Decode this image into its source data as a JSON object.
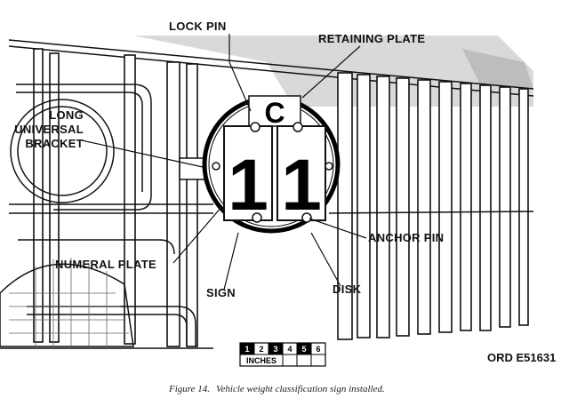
{
  "figure": {
    "callouts": {
      "lock_pin": "LOCK PIN",
      "retaining_plate": "RETAINING PLATE",
      "long_universal_bracket": [
        "LONG",
        "UNIVERSAL",
        "BRACKET"
      ],
      "anchor_pin": "ANCHOR PIN",
      "numeral_plate": "NUMERAL PLATE",
      "sign": "SIGN",
      "disk": "DISK"
    },
    "sign_letter": "C",
    "sign_numerals": [
      "1",
      "1"
    ],
    "scale": {
      "numbers": [
        "1",
        "2",
        "3",
        "4",
        "5",
        "6"
      ],
      "unit": "INCHES"
    },
    "reference": "ORD E51631",
    "caption": {
      "label": "Figure 14.",
      "text": "Vehicle weight classification sign installed."
    }
  }
}
